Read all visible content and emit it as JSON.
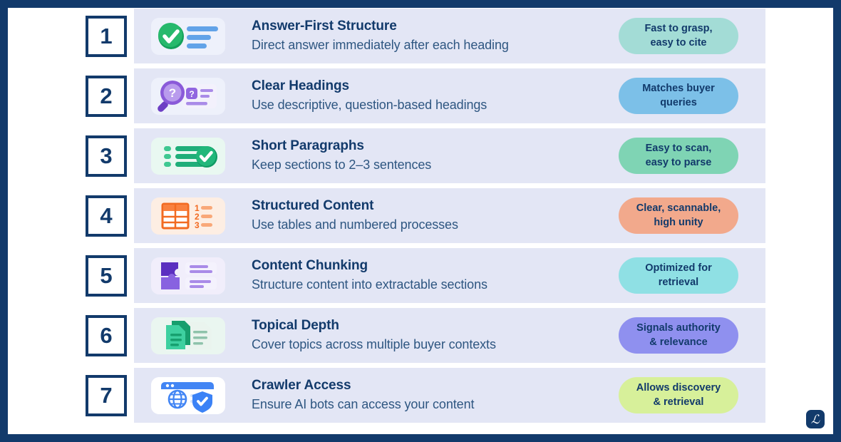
{
  "theme": {
    "frame_color": "#123a6b",
    "band_color": "#e3e6f5",
    "title_color": "#123a6b",
    "subtitle_color": "#2e5681",
    "canvas_color": "#ffffff"
  },
  "logo": {
    "glyph": "ℒ"
  },
  "rows": [
    {
      "number": "1",
      "title": "Answer-First Structure",
      "subtitle": "Direct answer immediately after each heading",
      "badge": "Fast to grasp,\neasy to cite",
      "badge_color": "#a3dcd6",
      "icon": "green-check-list-icon",
      "icon_card_color": "#eef1fb"
    },
    {
      "number": "2",
      "title": "Clear Headings",
      "subtitle": "Use descriptive, question-based headings",
      "badge": "Matches buyer\nqueries",
      "badge_color": "#7cc0e8",
      "icon": "purple-magnifier-question-icon",
      "icon_card_color": "#eef1fb"
    },
    {
      "number": "3",
      "title": "Short Paragraphs",
      "subtitle": "Keep sections to 2–3 sentences",
      "badge": "Easy to scan,\neasy to parse",
      "badge_color": "#7fd4b4",
      "icon": "green-checklist-icon",
      "icon_card_color": "#e9f8f1"
    },
    {
      "number": "4",
      "title": "Structured Content",
      "subtitle": "Use tables and numbered processes",
      "badge": "Clear, scannable,\nhigh unity",
      "badge_color": "#f2a98c",
      "icon": "orange-table-numbered-list-icon",
      "icon_card_color": "#fdeee3"
    },
    {
      "number": "5",
      "title": "Content Chunking",
      "subtitle": "Structure content into extractable sections",
      "badge": "Optimized for\nretrieval",
      "badge_color": "#8fe0e4",
      "icon": "purple-puzzle-pieces-icon",
      "icon_card_color": "#f1eefb"
    },
    {
      "number": "6",
      "title": "Topical Depth",
      "subtitle": "Cover topics across multiple buyer contexts",
      "badge": "Signals authority\n& relevance",
      "badge_color": "#8f90ef",
      "icon": "green-documents-icon",
      "icon_card_color": "#eaf6f0"
    },
    {
      "number": "7",
      "title": "Crawler Access",
      "subtitle": "Ensure AI bots can access your content",
      "badge": "Allows discovery\n& retrieval",
      "badge_color": "#d7f09a",
      "icon": "blue-browser-globe-shield-icon",
      "icon_card_color": "#ffffff"
    }
  ]
}
